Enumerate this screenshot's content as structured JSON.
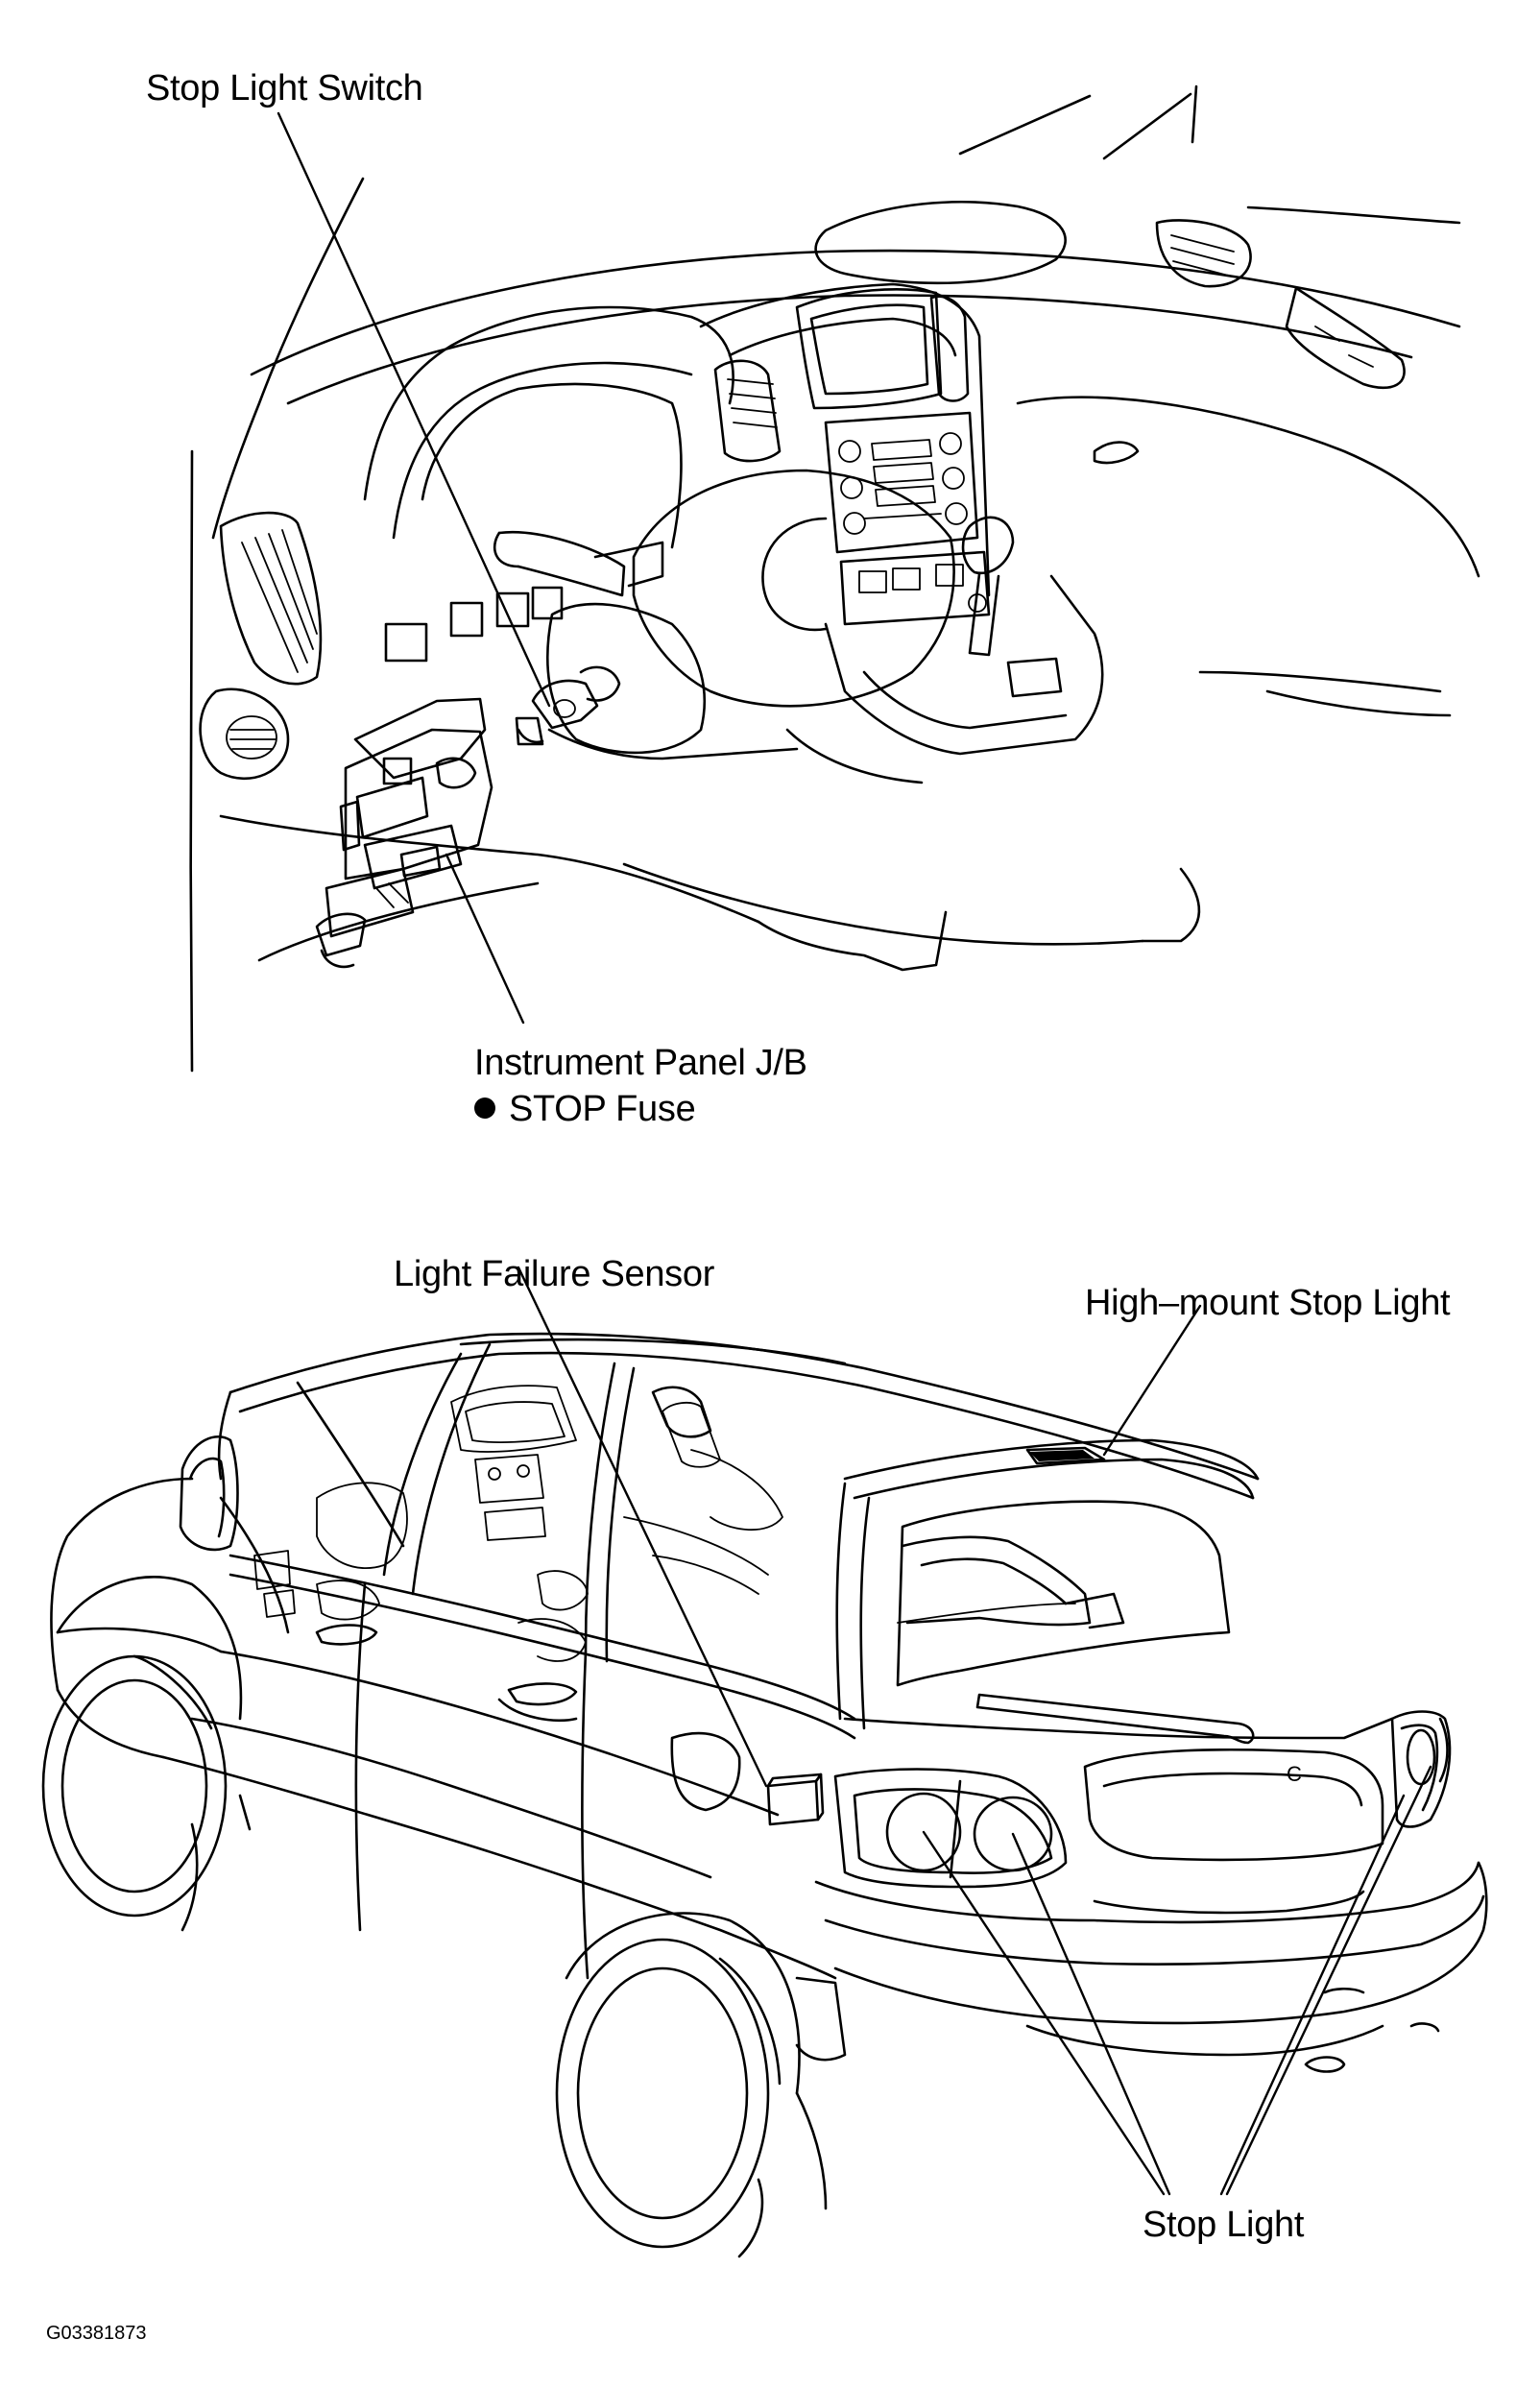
{
  "labels": {
    "stop_light_switch": "Stop Light Switch",
    "instrument_panel_jb": "Instrument Panel J/B",
    "stop_fuse": "STOP Fuse",
    "light_failure_sensor": "Light Failure Sensor",
    "high_mount_stop_light": "High–mount Stop Light",
    "stop_light": "Stop Light"
  },
  "figure_code": "G03381873",
  "bullet_icon": "filled-circle-bullet-icon"
}
